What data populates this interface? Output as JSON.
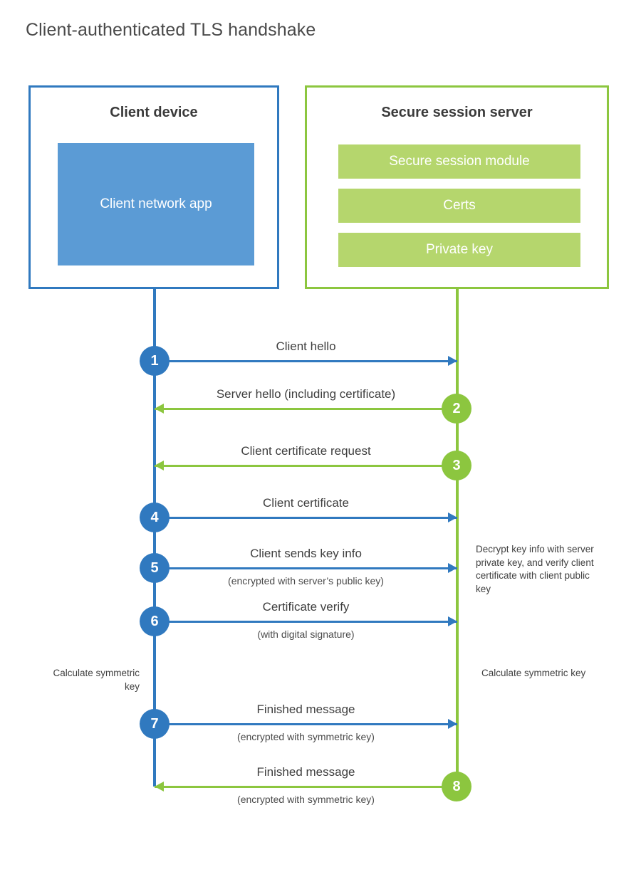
{
  "title": "Client-authenticated TLS handshake",
  "colors": {
    "blue": "#3079bf",
    "blue_fill": "#5b9bd5",
    "green": "#8cc63f",
    "green_fill": "#b5d66d",
    "title_text": "#4a4a4a",
    "body_text": "#3f3f3f",
    "background": "#ffffff"
  },
  "parties": {
    "client": {
      "title": "Client device",
      "app_label": "Client network app"
    },
    "server": {
      "title": "Secure session server",
      "components": [
        "Secure session module",
        "Certs",
        "Private key"
      ]
    }
  },
  "steps": [
    {
      "number": "1",
      "label": "Client hello",
      "sub": "",
      "direction": "client-to-server",
      "color": "blue"
    },
    {
      "number": "2",
      "label": "Server hello (including certificate)",
      "sub": "",
      "direction": "server-to-client",
      "color": "green"
    },
    {
      "number": "3",
      "label": "Client certificate request",
      "sub": "",
      "direction": "server-to-client",
      "color": "green"
    },
    {
      "number": "4",
      "label": "Client certificate",
      "sub": "",
      "direction": "client-to-server",
      "color": "blue"
    },
    {
      "number": "5",
      "label": "Client sends key info",
      "sub": "(encrypted with server’s public key)",
      "direction": "client-to-server",
      "color": "blue"
    },
    {
      "number": "6",
      "label": "Certificate verify",
      "sub": "(with digital signature)",
      "direction": "client-to-server",
      "color": "blue"
    },
    {
      "number": "7",
      "label": "Finished message",
      "sub": "(encrypted with symmetric key)",
      "direction": "client-to-server",
      "color": "blue"
    },
    {
      "number": "8",
      "label": "Finished message",
      "sub": "(encrypted with symmetric key)",
      "direction": "server-to-client",
      "color": "green"
    }
  ],
  "annotations": {
    "server_decrypt": "Decrypt key info with server private key, and verify client certificate with client public key",
    "client_calculate": "Calculate symmetric key",
    "server_calculate": "Calculate symmetric key"
  }
}
